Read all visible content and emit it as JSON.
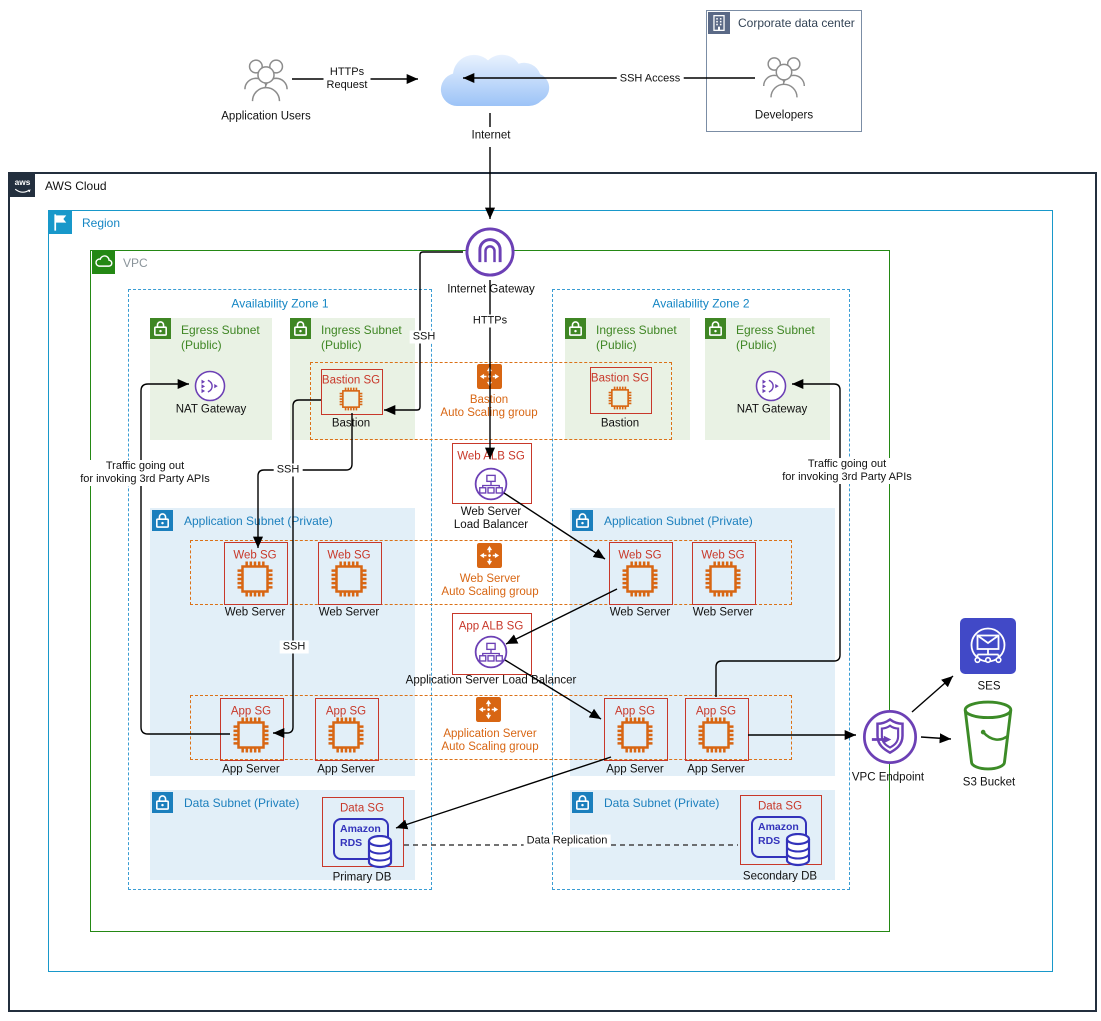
{
  "external": {
    "application_users": "Application Users",
    "https_request_1": "HTTPs",
    "https_request_2": "Request",
    "ssh_access": "SSH Access",
    "internet": "Internet",
    "corporate_title": "Corporate data center",
    "developers": "Developers"
  },
  "containers": {
    "aws_cloud": "AWS Cloud",
    "region": "Region",
    "vpc": "VPC",
    "az1": "Availability Zone 1",
    "az2": "Availability Zone 2"
  },
  "subnets": {
    "egress_1": "Egress Subnet",
    "egress_2": "(Public)",
    "ingress_1": "Ingress Subnet",
    "ingress_2": "(Public)",
    "app_private": "Application Subnet (Private)",
    "data_private": "Data Subnet (Private)"
  },
  "nodes": {
    "internet_gateway": "Internet Gateway",
    "nat_gateway": "NAT Gateway",
    "bastion_sg": "Bastion SG",
    "bastion": "Bastion",
    "web_sg": "Web SG",
    "web_server": "Web Server",
    "app_sg": "App SG",
    "app_server": "App Server",
    "data_sg": "Data SG",
    "rds_1": "Amazon",
    "rds_2": "RDS",
    "primary_db": "Primary DB",
    "secondary_db": "Secondary DB",
    "web_alb_sg": "Web ALB SG",
    "web_lb_1": "Web Server",
    "web_lb_2": "Load Balancer",
    "app_alb_sg": "App ALB SG",
    "app_lb": "Application Server Load Balancer",
    "bastion_asg_1": "Bastion",
    "asg_2": "Auto Scaling group",
    "web_asg_1": "Web Server",
    "app_asg_1": "Application Server",
    "vpc_endpoint": "VPC Endpoint",
    "ses": "SES",
    "s3": "S3 Bucket"
  },
  "flows": {
    "https": "HTTPs",
    "ssh": "SSH",
    "traffic_out_1": "Traffic going out",
    "traffic_out_2": "for invoking 3rd Party APIs",
    "data_replication": "Data Replication"
  },
  "colors": {
    "aws_dark": "#232F3E",
    "region_blue": "#1898CA",
    "vpc_green": "#248814",
    "az_dashed_blue": "#3A9CD3",
    "subnet_green_fill": "#E9F2E4",
    "subnet_blue_fill": "#E2EFF8",
    "subnet_green": "#3F8624",
    "subnet_blue": "#1B7FBD",
    "sg_red": "#C8382A",
    "ec2_orange": "#D86613",
    "network_purple": "#6C40B5",
    "rds_blue": "#3333BB",
    "ses_blue": "#4149C7",
    "s3_green": "#3C8B27",
    "corp_slate": "#5A6986"
  }
}
